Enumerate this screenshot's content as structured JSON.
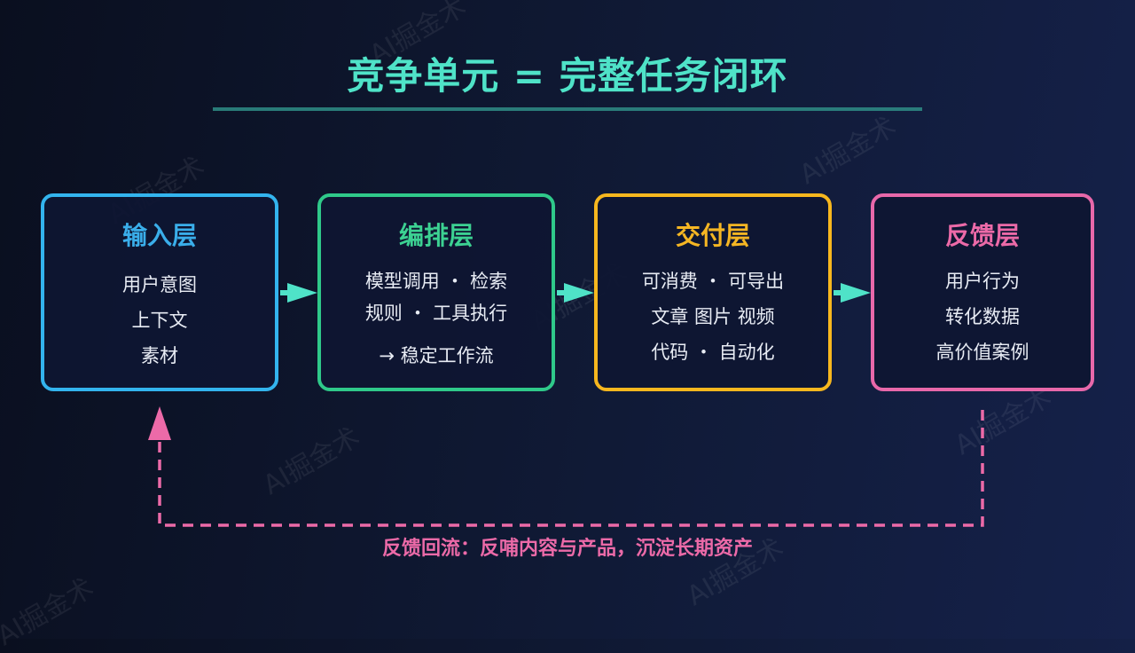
{
  "title": "竞争单元 = 完整任务闭环",
  "watermark": "AI掘金术",
  "cards": [
    {
      "title": "输入层",
      "lines": [
        "用户意图",
        "上下文",
        "素材"
      ],
      "color": "#3aaeea"
    },
    {
      "title": "编排层",
      "lines": [
        "模型调用 ・ 检索",
        "规则 ・ 工具执行",
        "→ 稳定工作流"
      ],
      "color": "#3cd192"
    },
    {
      "title": "交付层",
      "lines": [
        "可消费 ・ 可导出",
        "文章 图片 视频",
        "代码 ・ 自动化"
      ],
      "color": "#f5b623"
    },
    {
      "title": "反馈层",
      "lines": [
        "用户行为",
        "转化数据",
        "高价值案例"
      ],
      "color": "#ec6aa8"
    }
  ],
  "feedback": {
    "label": "反馈回流：反哺内容与产品，沉淀长期资产",
    "color": "#ec6aa8"
  },
  "arrow_color": "#4fe3c8",
  "icons": {
    "flow_arrow": "right-arrow-icon",
    "feedback_arrow": "up-arrow-icon"
  }
}
